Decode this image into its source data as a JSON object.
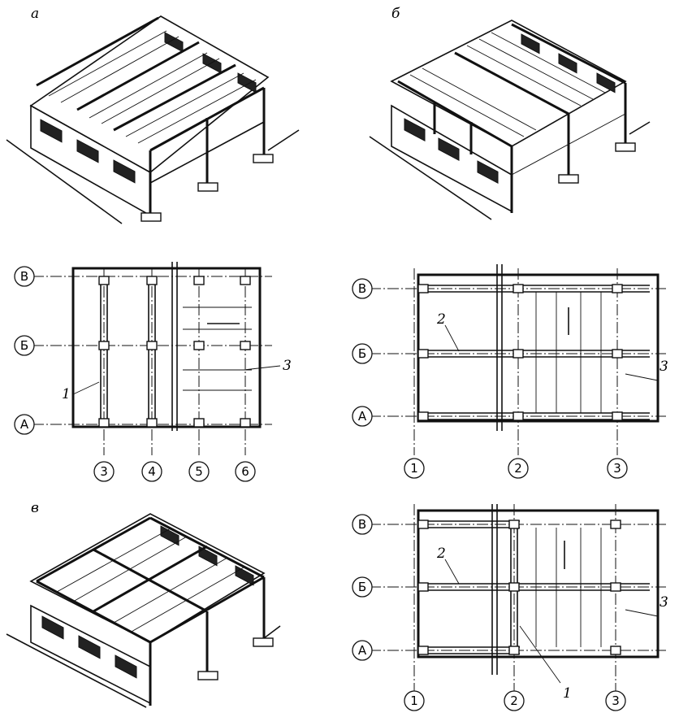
{
  "figures": {
    "a": {
      "label": "а"
    },
    "b": {
      "label": "б"
    },
    "v": {
      "label": "в"
    }
  },
  "plan_a": {
    "rows": [
      "В",
      "Б",
      "А"
    ],
    "cols": [
      "3",
      "4",
      "5",
      "6"
    ],
    "callouts": [
      "1",
      "3"
    ]
  },
  "plan_b": {
    "rows": [
      "В",
      "Б",
      "А"
    ],
    "cols": [
      "1",
      "2",
      "3"
    ],
    "callouts": [
      "2",
      "3"
    ]
  },
  "plan_v": {
    "rows": [
      "В",
      "Б",
      "А"
    ],
    "cols": [
      "1",
      "2",
      "3"
    ],
    "callouts": [
      "2",
      "3",
      "1"
    ]
  }
}
